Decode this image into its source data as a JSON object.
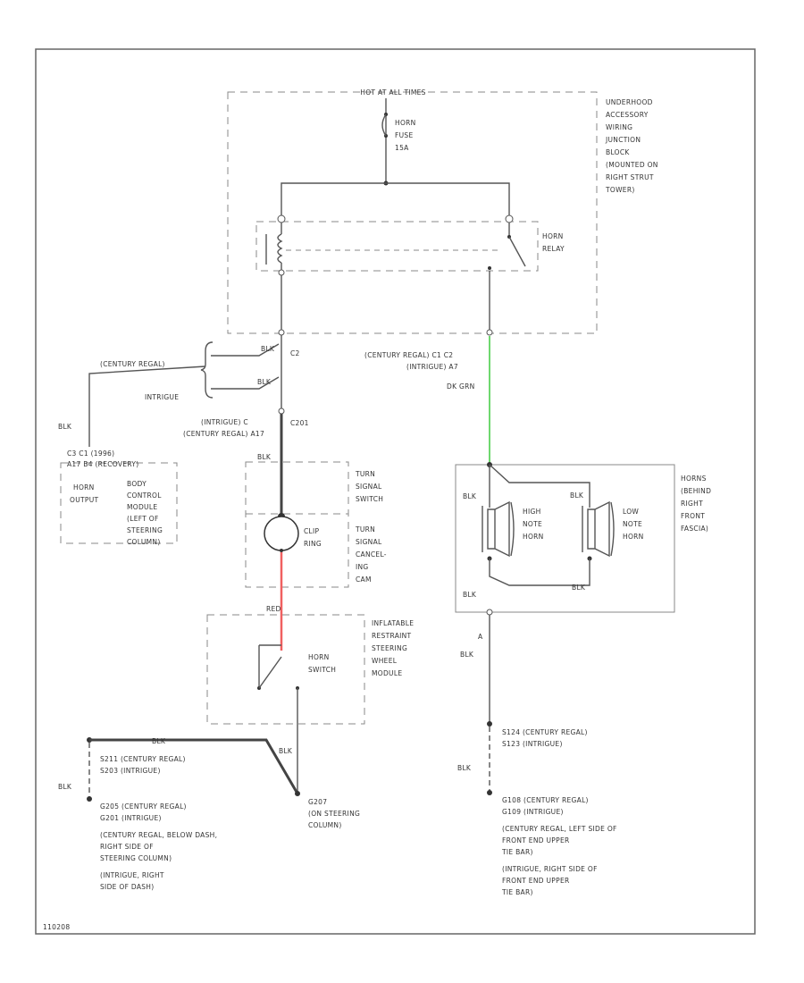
{
  "colors": {
    "wire": "#555555",
    "green_wire": "#6fd86f",
    "red_wire": "#f06060",
    "border": "#666666"
  },
  "labels": {
    "hot_at_all_times": "HOT AT ALL TIMES",
    "horn_fuse": [
      "HORN",
      "FUSE",
      "15A"
    ],
    "underhood_block": [
      "UNDERHOOD",
      "ACCESSORY",
      "WIRING",
      "JUNCTION",
      "BLOCK",
      "(MOUNTED ON",
      "RIGHT STRUT",
      "TOWER)"
    ],
    "horn_relay": [
      "HORN",
      "RELAY"
    ],
    "c2": "C2",
    "century_regal_c1_c2": "(CENTURY REGAL) C1 C2",
    "intrigue_a7": "(INTRIGUE) A7",
    "dk_grn": "DK GRN",
    "century_regal_label": "(CENTURY REGAL)",
    "intrigue_label": "INTRIGUE",
    "blk_a": "BLK",
    "blk_b": "BLK",
    "intrigue_c": "(INTRIGUE) C",
    "century_regal_a17": "(CENTURY REGAL) A17",
    "c201": "C201",
    "c3_c1": "C3      C1 (1996)",
    "a17_b4": "A17      B4 (RECOVERY)",
    "horn_output": [
      "HORN",
      "OUTPUT"
    ],
    "body_control": [
      "BODY",
      "CONTROL",
      "MODULE",
      "(LEFT OF",
      "STEERING",
      "COLUMN)"
    ],
    "blk_c": "BLK",
    "turn_signal_switch": [
      "TURN",
      "SIGNAL",
      "SWITCH"
    ],
    "turn_signal_canceling": [
      "TURN",
      "SIGNAL",
      "CANCEL-",
      "ING",
      "CAM"
    ],
    "clip_ring": [
      "CLIP",
      "RING"
    ],
    "red": "RED",
    "inflatable_module": [
      "INFLATABLE",
      "RESTRAINT",
      "STEERING",
      "WHEEL",
      "MODULE"
    ],
    "horn_switch": [
      "HORN",
      "SWITCH"
    ],
    "horns_front": [
      "HORNS",
      "(BEHIND",
      "RIGHT",
      "FRONT",
      "FASCIA)"
    ],
    "high_note_horn": [
      "HIGH",
      "NOTE",
      "HORN"
    ],
    "low_note_horn": [
      "LOW",
      "NOTE",
      "HORN"
    ],
    "blk_d": "BLK",
    "blk_e": "BLK",
    "blk_f": "BLK",
    "blk_g": "BLK",
    "blk_h": "BLK",
    "a": "A",
    "blk_i": "BLK",
    "s124": "S124   (CENTURY REGAL)",
    "s123": "S123   (INTRIGUE)",
    "blk_j": "BLK",
    "blk_k": "BLK",
    "g108": "G108   (CENTURY REGAL)",
    "g109": "G109   (INTRIGUE)",
    "g108_desc": [
      "(CENTURY REGAL, LEFT SIDE OF",
      "FRONT END UPPER",
      "TIE BAR)",
      "(INTRIGUE, RIGHT SIDE OF",
      "FRONT END UPPER",
      "TIE BAR)"
    ],
    "blk_l": "BLK",
    "s211": "S211   (CENTURY REGAL)",
    "s203": "S203   (INTRIGUE)",
    "blk_m": "BLK",
    "blk_n": "BLK",
    "g205": "G205   (CENTURY REGAL)",
    "g201": "G201   (INTRIGUE)",
    "g205_desc": [
      "(CENTURY REGAL, BELOW DASH,",
      "RIGHT SIDE OF",
      "STEERING COLUMN)",
      "(INTRIGUE, RIGHT",
      "SIDE OF DASH)"
    ],
    "g207": [
      "G207",
      "(ON STEERING",
      "COLUMN)"
    ],
    "footer_code": "110208"
  }
}
